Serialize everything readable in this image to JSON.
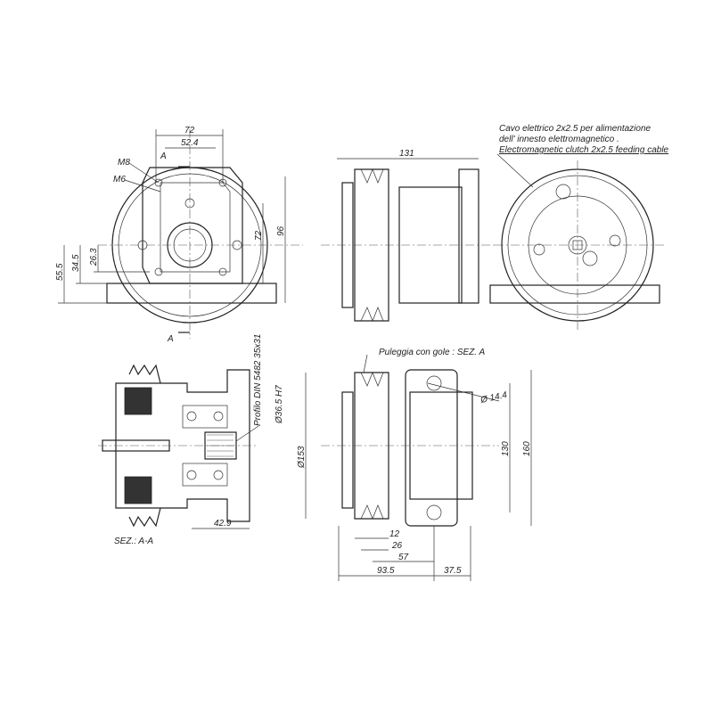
{
  "front_view": {
    "dim_top_outer": "72",
    "dim_top_inner": "52.4",
    "thread_m8": "M8",
    "thread_m6": "M6",
    "section_mark_top": "A",
    "section_mark_bottom": "A",
    "dim_left_1": "55.5",
    "dim_left_2": "34.5",
    "dim_left_3": "26.3",
    "dim_right_1": "72",
    "dim_right_2": "96"
  },
  "side_view": {
    "dim_length": "131"
  },
  "end_view": {
    "cable_note_it_1": "Cavo elettrico 2x2.5 per alimentazione",
    "cable_note_it_2": "dell' innesto elettromagnetico .",
    "cable_note_en": "Electromagnetic clutch 2x2.5 feeding cable"
  },
  "section_view": {
    "profile_note": "Profilo DIN 5482 35x31",
    "bore_note": "Ø36.5 H7",
    "dim_bottom": "42.9",
    "section_label": "SEZ.: A-A"
  },
  "lower_side_view": {
    "pulley_note": "Puleggia con gole : SEZ. A",
    "hole_dia": "Ø 14.4",
    "dia_153": "Ø153",
    "dim_130": "130",
    "dim_160": "160",
    "dim_12": "12",
    "dim_26": "26",
    "dim_57": "57",
    "dim_93_5": "93.5",
    "dim_37_5": "37.5"
  }
}
